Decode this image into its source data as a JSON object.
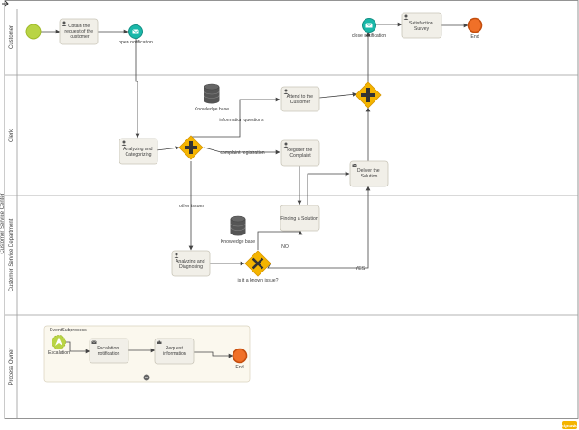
{
  "colors": {
    "task_fill": "#f1efe8",
    "gateway": "#f4b400",
    "start_event": "#b9d445",
    "end_event": "#f07028",
    "message_event": "#1ab8a9",
    "subprocess_fill": "#fbf8ee"
  },
  "lanes": {
    "customer": "Customer",
    "clerk": "Clerk",
    "csc": "Customer Service Center",
    "csd": "Customer Service Department",
    "owner": "Process Owner"
  },
  "tasks": {
    "obtain": [
      "Obtain the",
      "request of the",
      "customer"
    ],
    "satisfaction": [
      "Satisfaction",
      "Survey"
    ],
    "attend": [
      "Attend to the",
      "Customer"
    ],
    "analyze_cat": [
      "Analyzing and",
      "Categorizing"
    ],
    "register": [
      "Register the",
      "Complaint"
    ],
    "deliver": [
      "Deliver the",
      "Solution"
    ],
    "finding": [
      "Finding a Solution"
    ],
    "analyze_diag": [
      "Analyzing and",
      "Diagnosing"
    ],
    "escalation_notif": [
      "Escalation",
      "notification"
    ],
    "request_info": [
      "Request",
      "information"
    ]
  },
  "events": {
    "open_notification": "open notification",
    "close_notification": "close notification",
    "end_top": "End",
    "end_sub": "End",
    "escalation": "Escalation"
  },
  "datastores": {
    "kb_top": "Knowledge base",
    "kb_bottom": "Knowledge base"
  },
  "flow_labels": {
    "information_questions": "information questions",
    "complaint_registration": "complaint registration",
    "other_issues": "other issues",
    "known_issue": "is it a known issue?",
    "no": "NO",
    "yes": "YES"
  },
  "subprocess": {
    "title": "EventSubprocess"
  },
  "logo": "signavio"
}
